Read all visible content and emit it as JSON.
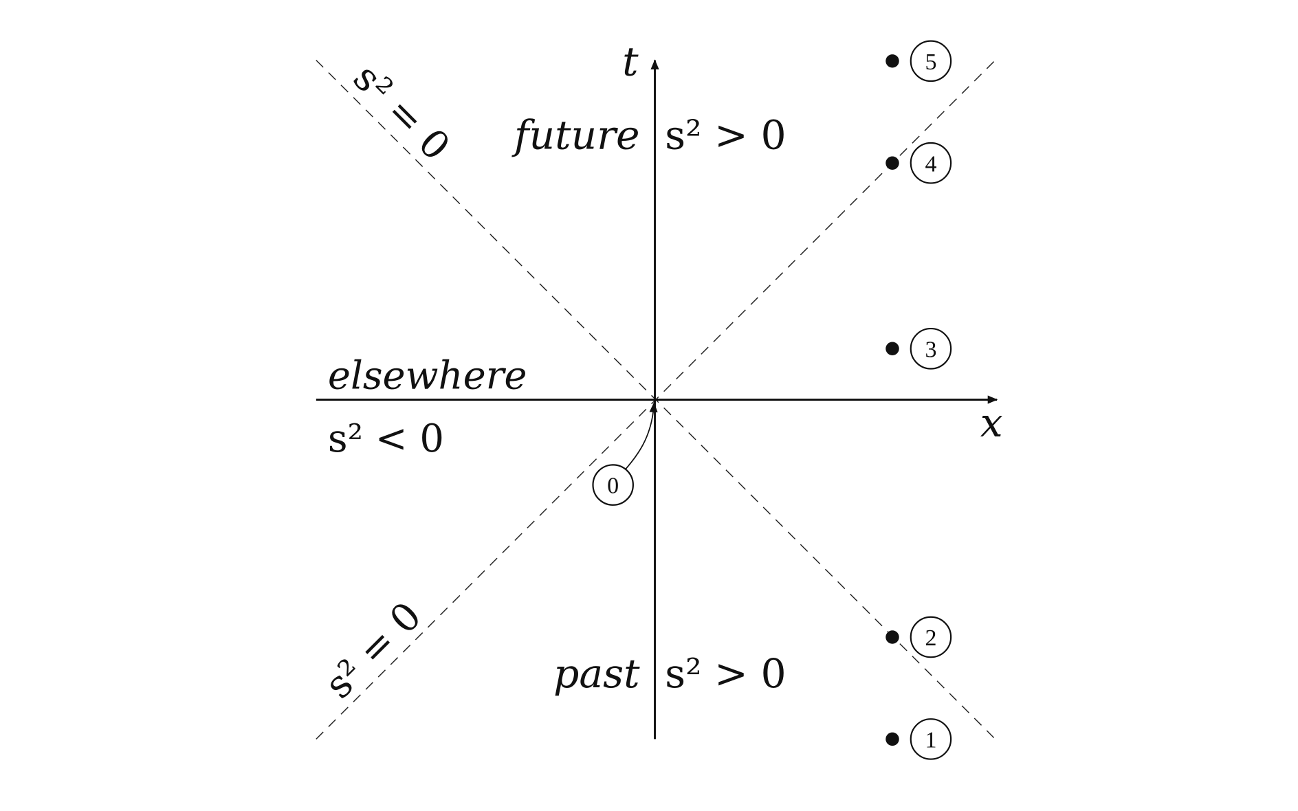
{
  "diagram": {
    "axes": {
      "t_label": "t",
      "x_label": "x"
    },
    "regions": {
      "future": {
        "name": "future",
        "condition": "s² > 0"
      },
      "past": {
        "name": "past",
        "condition": "s² > 0"
      },
      "elsewhere": {
        "name": "elsewhere",
        "condition": "s² < 0"
      }
    },
    "light_cone_labels": {
      "upper_left": "s² = 0",
      "lower_left": "s² = 0"
    },
    "origin_event": {
      "label": "0"
    },
    "events": [
      {
        "label": "1"
      },
      {
        "label": "2"
      },
      {
        "label": "3"
      },
      {
        "label": "4"
      },
      {
        "label": "5"
      }
    ]
  }
}
